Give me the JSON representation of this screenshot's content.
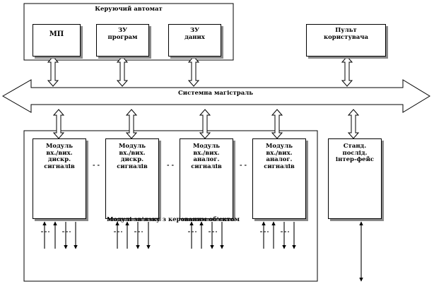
{
  "control_automaton": {
    "title": "Керуючий автомат"
  },
  "mp": {
    "label": "МП"
  },
  "program_memory": {
    "line1": "ЗУ",
    "line2": "програм"
  },
  "data_memory": {
    "line1": "ЗУ",
    "line2": "даних"
  },
  "user_panel": {
    "line1": "Пульт",
    "line2": "користувача"
  },
  "system_bus": {
    "label": "Системна магістраль"
  },
  "io_modules": [
    {
      "l1": "Модуль",
      "l2": "вх./вих.",
      "l3": "дискр.",
      "l4": "сигналів"
    },
    {
      "l1": "Модуль",
      "l2": "вх./вих.",
      "l3": "дискр.",
      "l4": "сигналів"
    },
    {
      "l1": "Модуль",
      "l2": "вх./вих.",
      "l3": "аналог.",
      "l4": "сигналів"
    },
    {
      "l1": "Модуль",
      "l2": "вх./вих.",
      "l3": "аналог.",
      "l4": "сигналів"
    }
  ],
  "std_interface": {
    "l1": "Станд.",
    "l2": "послід.",
    "l3": "інтер-фейс"
  },
  "link_modules": {
    "label": "Модулі зв'язку з керованим об'єктом"
  },
  "ellipsis": "- -"
}
